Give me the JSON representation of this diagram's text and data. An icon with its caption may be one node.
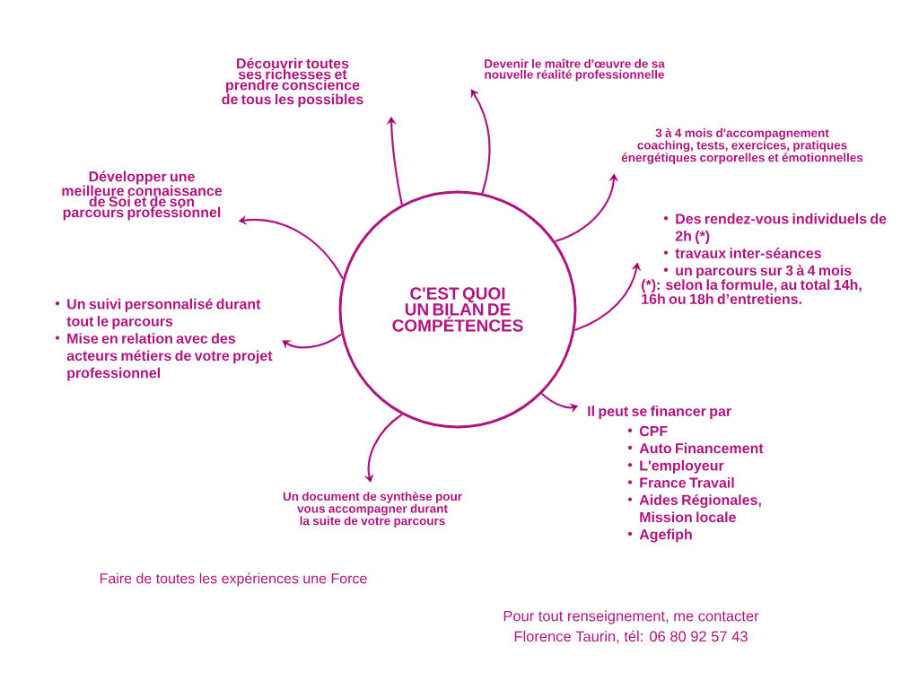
{
  "diagram": {
    "nodes": [
      {
        "text": [
          "C'EST QUOI UN BILAN DE COMPÉTENCES"
        ]
      },
      {
        "text": [
          "Découvrir toutes ses richesses et prendre conscience de tous les possibles"
        ]
      },
      {
        "text": [
          "Devenir le maître d'œuvre de sa nouvelle réalité professionnelle"
        ]
      },
      {
        "text": [
          "Développer une meilleure connaissance de Soi et de son parcours professionnel"
        ]
      },
      {
        "text": [
          "3 à 4 mois d'accompagnement coaching, tests, exercices, pratiques énergétiques corporelles et émotionnelles"
        ]
      },
      {
        "text": [
          "Des rendez-vous individuels de 2h (*)",
          "travaux inter-séances",
          "un parcours sur 3 à 4 mois",
          "(*): selon la formule, au total 14h, 16h ou 18h d’entretiens."
        ]
      },
      {
        "text": [
          "Il peut se financer par",
          "CPF",
          "Auto Financement",
          "L'employeur",
          "France Travail",
          "Aides Régionales, Mission locale",
          "Agefiph"
        ]
      },
      {
        "text": [
          "Un document de synthèse pour vous accompagner durant la suite de votre parcours"
        ]
      },
      {
        "text": [
          "Un suivi personnalisé durant tout le parcours",
          "Mise en relation avec des acteurs métiers de votre projet professionnel"
        ]
      }
    ],
    "edges": [
      {
        "from": 0,
        "to": 1,
        "arrow": "to"
      },
      {
        "from": 0,
        "to": 2,
        "arrow": "to"
      },
      {
        "from": 0,
        "to": 3,
        "arrow": "to"
      },
      {
        "from": 0,
        "to": 4,
        "arrow": "to"
      },
      {
        "from": 0,
        "to": 5,
        "arrow": "to"
      },
      {
        "from": 0,
        "to": 6,
        "arrow": "to"
      },
      {
        "from": 0,
        "to": 7,
        "arrow": "to"
      },
      {
        "from": 0,
        "to": 8,
        "arrow": "to"
      }
    ],
    "labels": [
      "Faire de toutes les expériences une Force",
      "Pour tout renseignement, me contacter",
      "Florence Taurin, tél: 06 80 92 57 43"
    ]
  }
}
